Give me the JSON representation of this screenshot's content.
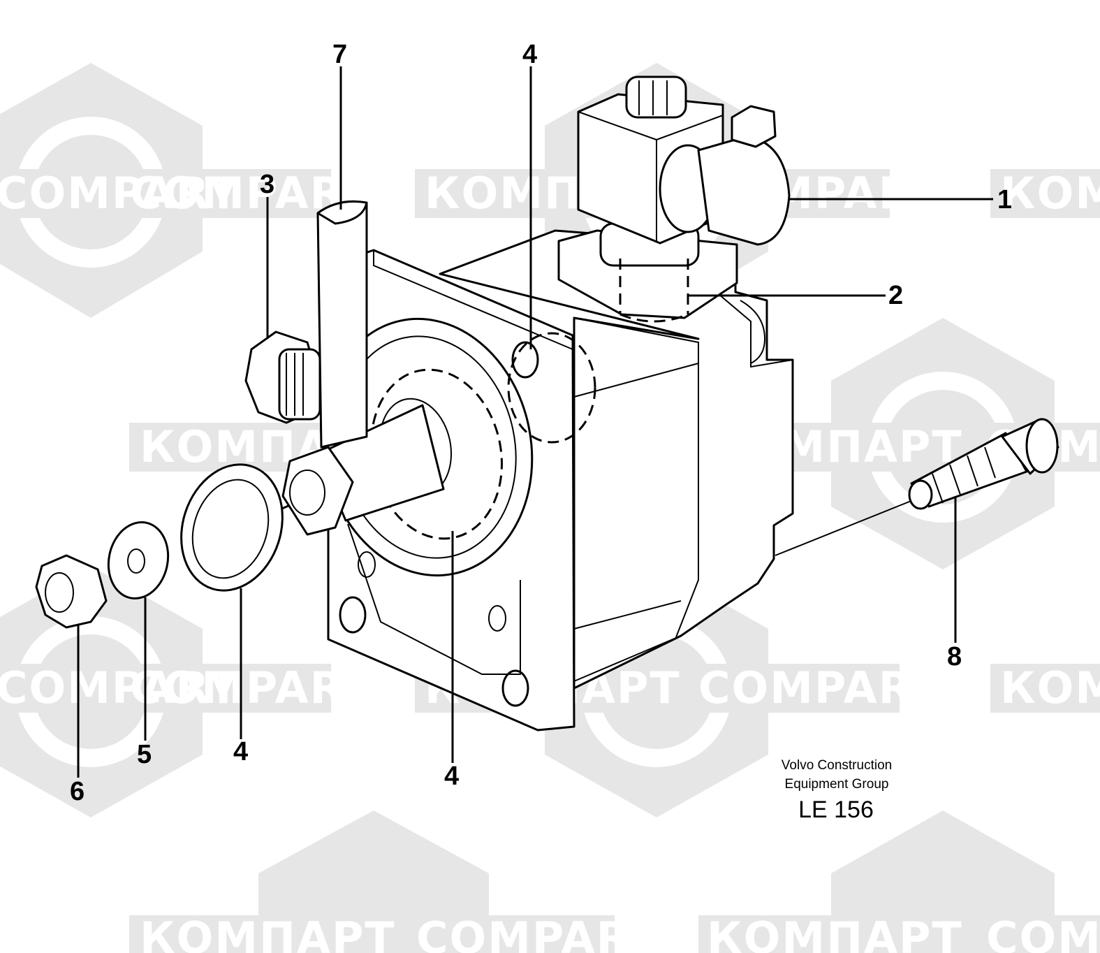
{
  "watermark": {
    "brand_latin": "COMPART",
    "brand_cyrillic": "КОМПАРТ",
    "color": "#e6e6e6"
  },
  "callouts": [
    "1",
    "2",
    "3",
    "4",
    "4",
    "4",
    "5",
    "6",
    "7",
    "8"
  ],
  "credit": {
    "line1": "Volvo Construction",
    "line2": "Equipment Group",
    "drawing_code": "LE 156"
  }
}
